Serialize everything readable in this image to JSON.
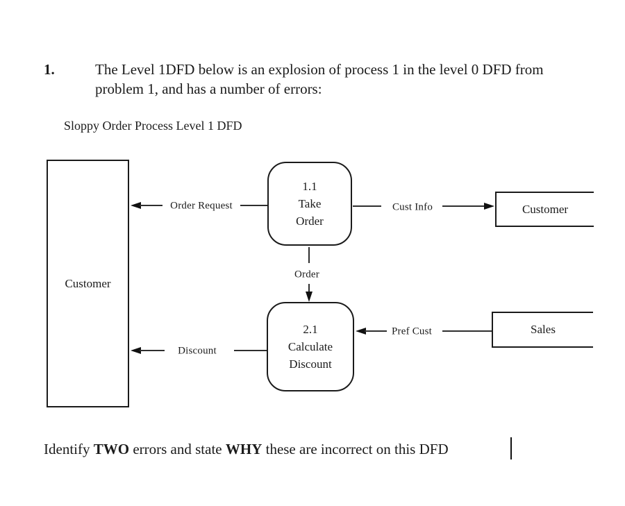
{
  "problem": {
    "number": "1.",
    "text_line1": "The Level 1DFD below is an explosion of process 1 in the level 0 DFD from",
    "text_line2": "problem 1, and has a number of errors:"
  },
  "diagram": {
    "caption": "Sloppy Order Process Level 1 DFD",
    "entities": {
      "customer_left": {
        "label": "Customer",
        "type": "external-entity"
      },
      "customer_right": {
        "label": "Customer",
        "type": "external-entity"
      },
      "sales": {
        "label": "Sales",
        "type": "external-entity"
      }
    },
    "processes": [
      {
        "number": "1.1",
        "name": [
          "Take",
          "Order"
        ]
      },
      {
        "number": "2.1",
        "name": [
          "Calculate",
          "Discount"
        ]
      }
    ],
    "flows": {
      "order_request": {
        "label": "Order Request",
        "from": "process-1.1",
        "to": "customer-left"
      },
      "cust_info": {
        "label": "Cust Info",
        "from": "process-1.1",
        "to": "customer-right"
      },
      "order": {
        "label": "Order",
        "from": "process-1.1",
        "to": "process-2.1"
      },
      "pref_cust": {
        "label": "Pref Cust",
        "from": "sales",
        "to": "process-2.1"
      },
      "discount": {
        "label": "Discount",
        "from": "process-2.1",
        "to": "customer-left"
      }
    }
  },
  "question": {
    "prefix": "Identify ",
    "bold1": "TWO",
    "middle": " errors and state ",
    "bold2": "WHY",
    "suffix": " these are incorrect on this DFD"
  },
  "colors": {
    "ink": "#1b1b1b",
    "wire": "#2e2e2e",
    "background": "#ffffff"
  }
}
